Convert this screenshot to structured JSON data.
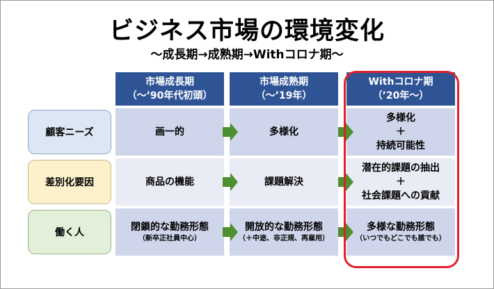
{
  "title": "ビジネス市場の環境変化",
  "subtitle": "～成長期→成熟期→Withコロナ期～",
  "columns": [
    {
      "line1": "市場成長期",
      "line2": "（～’90年代初頭）"
    },
    {
      "line1": "市場成熟期",
      "line2": "（～’19年）"
    },
    {
      "line1": "Withコロナ期",
      "line2": "（’20年～）"
    }
  ],
  "rows": [
    {
      "label": "顧客ニーズ",
      "cells": [
        {
          "main": "画一的"
        },
        {
          "main": "多様化"
        },
        {
          "main": "多様化",
          "plus": "＋",
          "main2": "持続可能性"
        }
      ]
    },
    {
      "label": "差別化要因",
      "cells": [
        {
          "main": "商品の機能"
        },
        {
          "main": "課題解決"
        },
        {
          "main": "潜在的課題の抽出",
          "plus": "＋",
          "main2": "社会課題への貢献"
        }
      ]
    },
    {
      "label": "働く人",
      "cells": [
        {
          "main": "閉鎖的な勤務形態",
          "sub": "（新卒正社員中心）"
        },
        {
          "main": "開放的な勤務形態",
          "sub": "（＋中途、非正規、再雇用）"
        },
        {
          "main": "多様な勤務形態",
          "sub": "（いつでもどこでも誰でも）"
        }
      ]
    }
  ],
  "colors": {
    "header": "#2f5496",
    "arrow": "#4e8f2f",
    "highlight": "#e0202a"
  }
}
